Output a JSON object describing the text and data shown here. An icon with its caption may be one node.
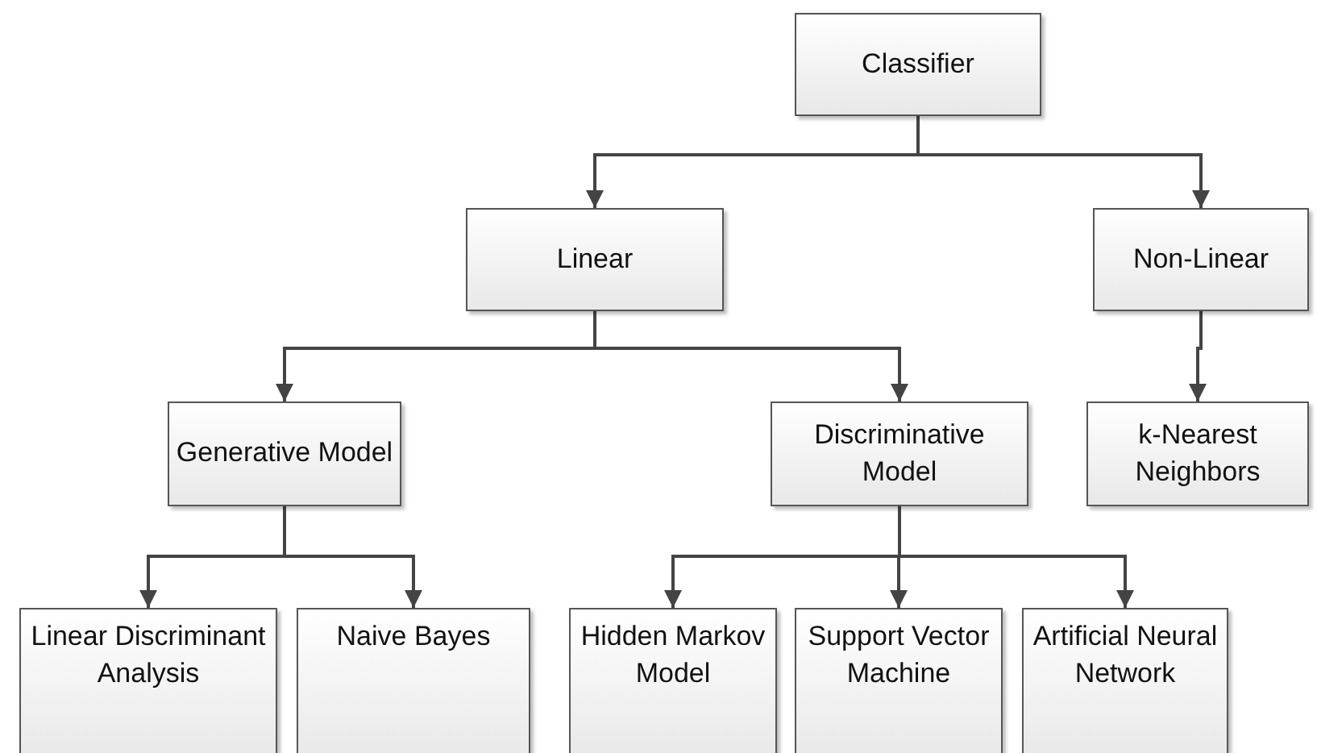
{
  "diagram": {
    "nodes": [
      {
        "text": [
          "Classifier"
        ]
      },
      {
        "text": [
          "Linear"
        ]
      },
      {
        "text": [
          "Non-Linear"
        ]
      },
      {
        "text": [
          "Generative Model"
        ]
      },
      {
        "text": [
          "Discriminative Model"
        ]
      },
      {
        "text": [
          "k-Nearest Neighbors"
        ]
      },
      {
        "text": [
          "Linear Discriminant Analysis"
        ]
      },
      {
        "text": [
          "Naive Bayes"
        ]
      },
      {
        "text": [
          "Hidden Markov Model"
        ]
      },
      {
        "text": [
          "Support Vector Machine"
        ]
      },
      {
        "text": [
          "Artificial Neural Network"
        ]
      }
    ],
    "edges": [
      {
        "from": 0,
        "to": 1,
        "arrow": "to"
      },
      {
        "from": 0,
        "to": 2,
        "arrow": "to"
      },
      {
        "from": 1,
        "to": 3,
        "arrow": "to"
      },
      {
        "from": 1,
        "to": 4,
        "arrow": "to"
      },
      {
        "from": 2,
        "to": 5,
        "arrow": "to"
      },
      {
        "from": 3,
        "to": 6,
        "arrow": "to"
      },
      {
        "from": 3,
        "to": 7,
        "arrow": "to"
      },
      {
        "from": 4,
        "to": 8,
        "arrow": "to"
      },
      {
        "from": 4,
        "to": 9,
        "arrow": "to"
      },
      {
        "from": 4,
        "to": 10,
        "arrow": "to"
      }
    ]
  }
}
